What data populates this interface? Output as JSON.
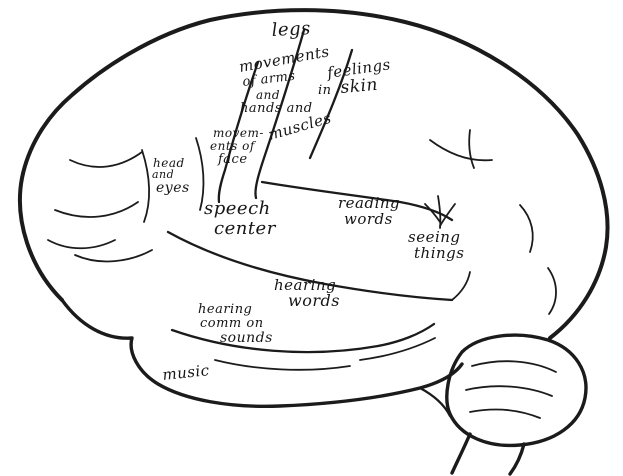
{
  "figure": {
    "description": "Hand-drawn lateral view of the human brain with functional areas labeled",
    "ink_color": "#1b1b1b",
    "background_color": "#ffffff"
  },
  "labels": {
    "legs": {
      "text": "legs"
    },
    "arms_hands": {
      "lines": [
        "movements",
        "of arms",
        "and",
        "hands and"
      ]
    },
    "feelings_skin": {
      "lines": [
        "feelings",
        "in",
        "skin"
      ]
    },
    "muscles": {
      "text": "muscles"
    },
    "face": {
      "lines": [
        "movem-",
        "ents of",
        "face"
      ]
    },
    "head_eyes": {
      "lines": [
        "head",
        "and",
        "eyes"
      ]
    },
    "speech_center": {
      "lines": [
        "speech",
        "center"
      ]
    },
    "reading_words": {
      "lines": [
        "reading",
        "words"
      ]
    },
    "seeing_things": {
      "lines": [
        "seeing",
        "things"
      ]
    },
    "hearing_words": {
      "lines": [
        "hearing",
        "words"
      ]
    },
    "hearing_common_sounds": {
      "lines": [
        "hearing",
        "comm on",
        "sounds"
      ]
    },
    "music": {
      "text": "music"
    }
  }
}
